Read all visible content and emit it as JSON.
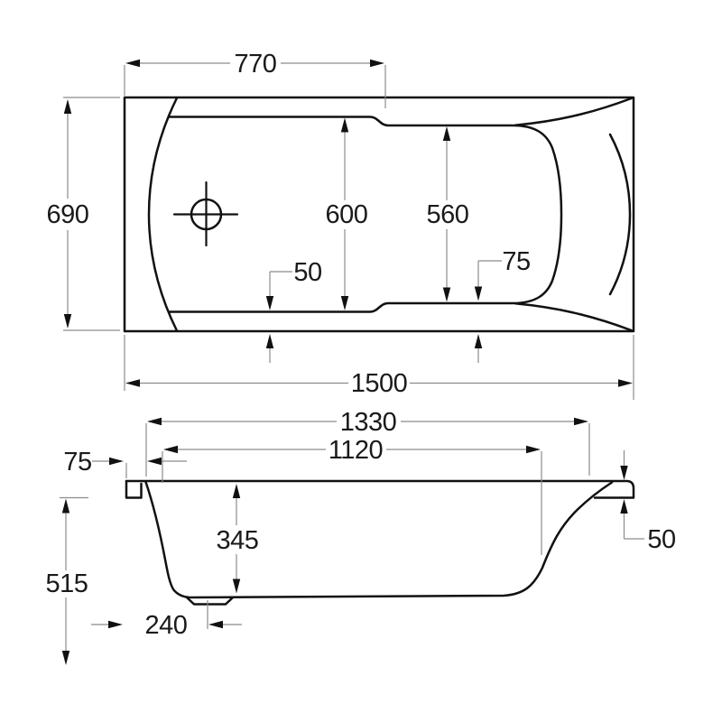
{
  "figure": {
    "type": "technical dimensional drawing",
    "subject": "rectangular bathtub, plan view and side section",
    "units": "mm",
    "background_color": "#ffffff",
    "outline_color": "#111111",
    "dimension_line_color": "#8c8c8c",
    "text_color": "#1a1a1a"
  },
  "top_view": {
    "labels": {
      "length_total": "1500",
      "length_to_seat_step": "770",
      "width_total": "690",
      "inner_width_main": "600",
      "inner_width_foot": "560",
      "rim_offset_left": "50",
      "rim_offset_right": "75"
    }
  },
  "side_view": {
    "labels": {
      "inner_length_rim": "1330",
      "inner_length_bottom": "1120",
      "rim_overhang": "75",
      "inner_depth": "345",
      "height_total": "515",
      "drain_offset": "240",
      "rim_thickness": "50"
    }
  }
}
